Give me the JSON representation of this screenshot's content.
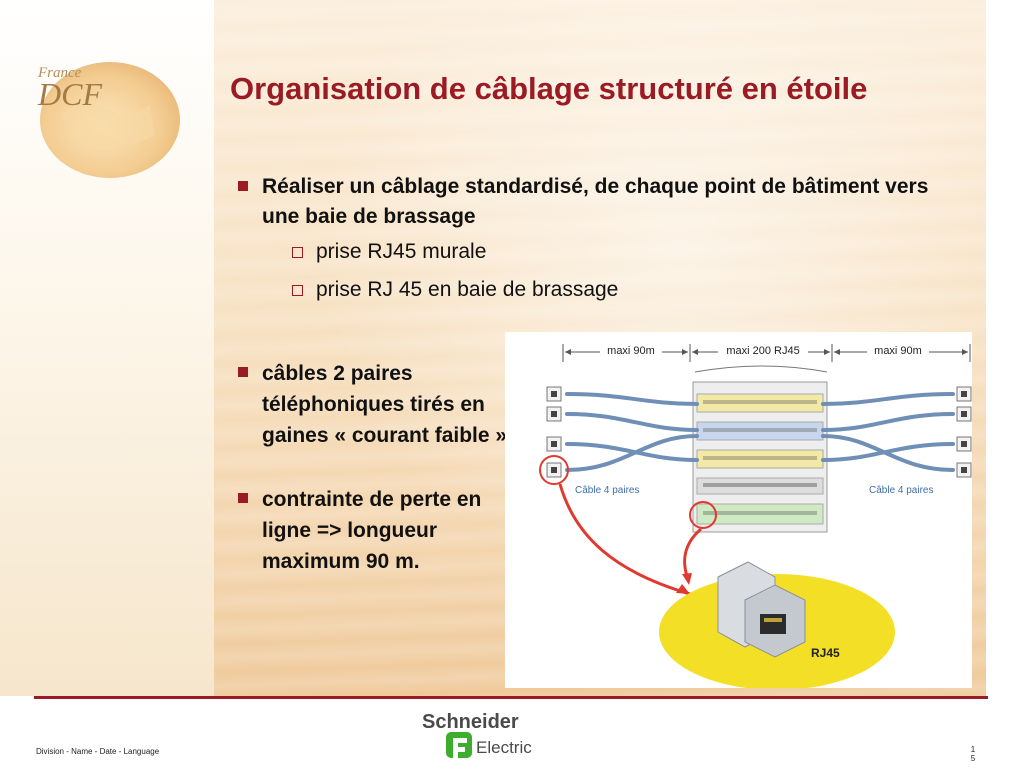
{
  "logo": {
    "country": "France",
    "name": "DCF"
  },
  "title": "Organisation de câblage structuré en étoile",
  "bullets": {
    "main1": "Réaliser un câblage standardisé, de chaque point de bâtiment vers une baie de brassage",
    "sub1": "prise RJ45 murale",
    "sub2": "prise RJ 45 en baie de brassage",
    "main2": "câbles 2 paires téléphoniques tirés en gaines « courant faible »",
    "main3": "contrainte de perte en ligne => longueur maximum 90 m."
  },
  "figure": {
    "label_left": "maxi 90m",
    "label_center": "maxi 200 RJ45",
    "label_right": "maxi 90m",
    "cable_left": "Câble 4 paires",
    "cable_right": "Câble 4 paires",
    "connector": "RJ45"
  },
  "footer": {
    "meta": "Division - Name - Date - Language",
    "brand_line1": "Schneider",
    "brand_line2": "Electric",
    "page_line1": "1",
    "page_line2": "5"
  },
  "colors": {
    "accent": "#9b1b25",
    "brand_green": "#3dae2b",
    "cable_blue": "#6f8fb7"
  }
}
